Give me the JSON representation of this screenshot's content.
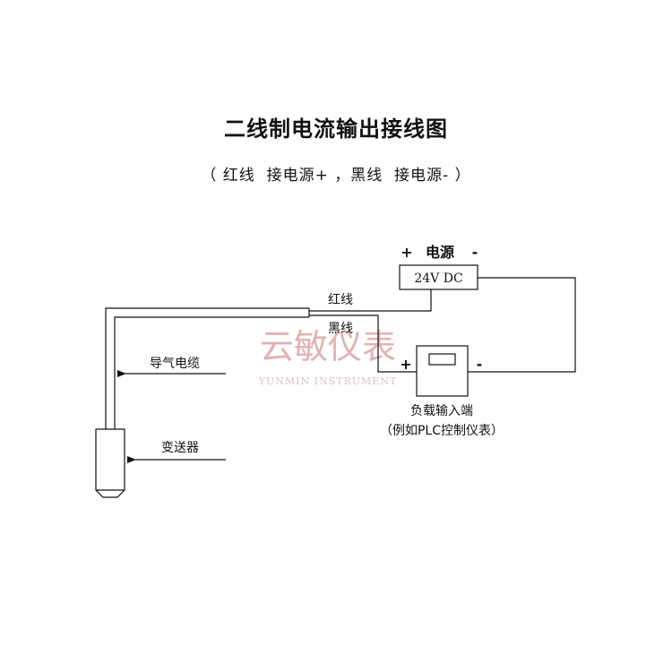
{
  "title": "二线制电流输出接线图",
  "subtitle": "（ 红线  接电源+ ，黑线  接电源- ）",
  "power_supply": {
    "plus": "+",
    "label": "电源",
    "minus": "-",
    "voltage": "24V DC"
  },
  "wires": {
    "red": "红线",
    "black": "黑线"
  },
  "load": {
    "plus": "+",
    "minus": "-",
    "label": "负载输入端",
    "note": "（例如PLC控制仪表）"
  },
  "cable_label": "导气电缆",
  "transmitter_label": "变送器",
  "watermark": {
    "main": "云敏仪表",
    "sub": "YUNMIN INSTRUMENT"
  }
}
